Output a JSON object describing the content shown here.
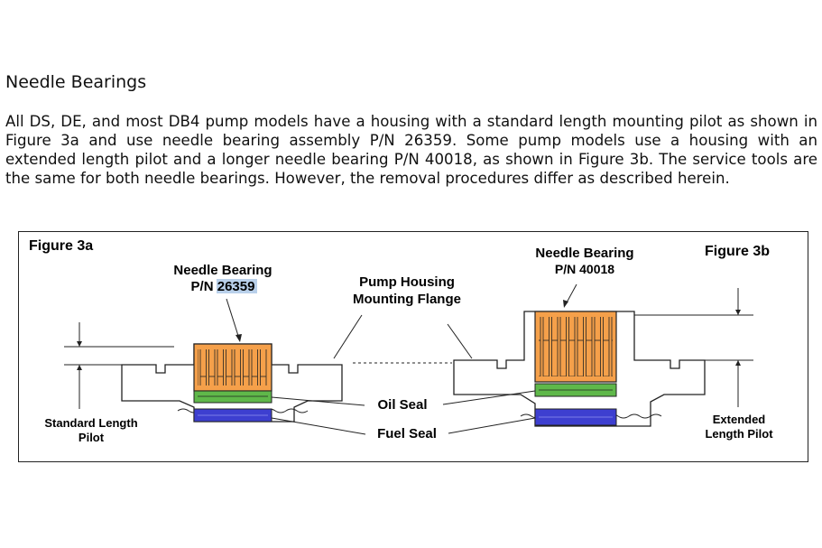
{
  "document": {
    "heading": "Needle Bearings",
    "paragraph": "All DS, DE, and most DB4 pump models have a housing with a standard length mounting pilot as shown in Figure 3a and use needle bearing assembly P/N 26359. Some pump models use a housing with an extended length pilot and a longer needle bearing P/N 40018, as shown in Figure 3b. The service tools are the same for both needle bearings. However, the removal procedures differ as described herein."
  },
  "figure": {
    "title_left": "Figure 3a",
    "title_right": "Figure 3b",
    "bearing_left_label": "Needle Bearing",
    "bearing_left_pn_prefix": "P/N ",
    "bearing_left_pn_number": "26359",
    "bearing_right_label": "Needle Bearing",
    "bearing_right_pn": "P/N 40018",
    "flange_label_line1": "Pump Housing",
    "flange_label_line2": "Mounting Flange",
    "oil_seal_label": "Oil Seal",
    "fuel_seal_label": "Fuel Seal",
    "standard_pilot_line1": "Standard Length",
    "standard_pilot_line2": "Pilot",
    "extended_pilot_line1": "Extended",
    "extended_pilot_line2": "Length Pilot",
    "colors": {
      "needle_bearing": "#f5a04a",
      "oil_seal": "#5fb84a",
      "fuel_seal": "#3d3fd0",
      "pn_highlight": "#b9d0ea"
    }
  }
}
